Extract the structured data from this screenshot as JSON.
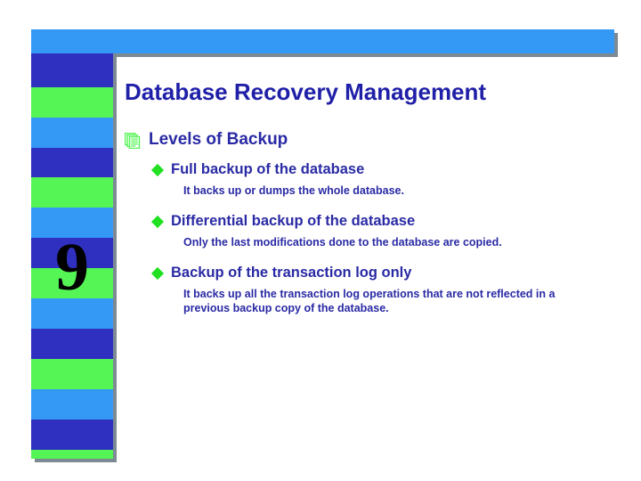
{
  "slide": {
    "number": "9",
    "title": "Database Recovery Management",
    "heading": {
      "icon": "stacked-pages-icon",
      "label": "Levels of Backup"
    },
    "bullets": [
      {
        "icon": "diamond-bullet-icon",
        "label": "Full backup of the database",
        "detail": "It backs up or dumps the whole database."
      },
      {
        "icon": "diamond-bullet-icon",
        "label": "Differential backup of the database",
        "detail": "Only the last modifications done to the database are copied."
      },
      {
        "icon": "diamond-bullet-icon",
        "label": "Backup of the transaction log only",
        "detail": "It backs up all the transaction log operations that are not reflected in a previous backup copy of the database."
      }
    ]
  },
  "theme": {
    "banner_blue": "#3399f5",
    "stripe_dark_blue": "#3030c0",
    "stripe_green": "#55f555",
    "stripe_light_blue": "#3399f5",
    "title_navy": "#1f1fa8",
    "body_navy": "#2a2aa5",
    "bullet_green": "#21e021",
    "shadow_gray": "#7d8a94",
    "background": "#ffffff"
  },
  "sidebar_stripes": [
    {
      "color": "#3030c0",
      "height": 38
    },
    {
      "color": "#55f555",
      "height": 34
    },
    {
      "color": "#3399f5",
      "height": 34
    },
    {
      "color": "#3030c0",
      "height": 33
    },
    {
      "color": "#55f555",
      "height": 34
    },
    {
      "color": "#3399f5",
      "height": 34
    },
    {
      "color": "#3030c0",
      "height": 34
    },
    {
      "color": "#55f555",
      "height": 34
    },
    {
      "color": "#3399f5",
      "height": 34
    },
    {
      "color": "#3030c0",
      "height": 34
    },
    {
      "color": "#55f555",
      "height": 34
    },
    {
      "color": "#3399f5",
      "height": 34
    },
    {
      "color": "#3030c0",
      "height": 34
    },
    {
      "color": "#55f555",
      "height": 44
    }
  ]
}
